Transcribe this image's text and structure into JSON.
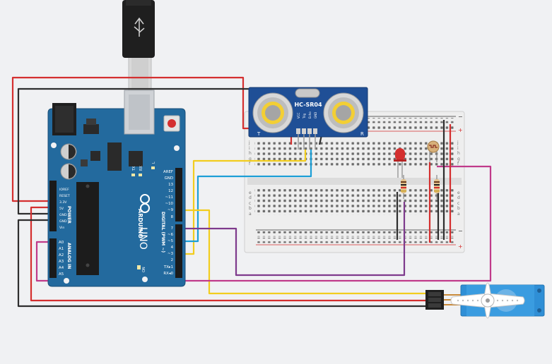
{
  "sensor": {
    "label": "HC-SR04",
    "pins": [
      "VCC",
      "Trig",
      "Echo",
      "GND"
    ],
    "marks": [
      "T",
      "R"
    ]
  },
  "arduino": {
    "brand": "ARDUINO",
    "model": "UNO",
    "digital_label": "DIGITAL (PWM ~)",
    "power_label": "POWER",
    "analog_label": "ANALOG IN",
    "tx": "TX",
    "rx": "RX",
    "led_l": "L",
    "on": "ON",
    "power_pins": [
      "IOREF",
      "RESET",
      "3.3V",
      "5V",
      "GND",
      "GND",
      "Vin"
    ],
    "analog_pins": [
      "A0",
      "A1",
      "A2",
      "A3",
      "A4",
      "A5"
    ],
    "digital_pins": [
      "AREF",
      "GND",
      "13",
      "12",
      "~11",
      "~10",
      "~9",
      "8",
      "7",
      "~6",
      "~5",
      "4",
      "~3",
      "2",
      "TX▸1",
      "RX◂0"
    ]
  },
  "breadboard": {
    "row_letters_top": [
      "j",
      "i",
      "h",
      "g",
      "f"
    ],
    "row_letters_bottom": [
      "e",
      "d",
      "c",
      "b",
      "a"
    ],
    "rail_plus": "+",
    "rail_minus": "−"
  },
  "colors": {
    "red": "#d42f2f",
    "black": "#2e2e2e",
    "yellow": "#f2cd1e",
    "blue": "#1c9fd6",
    "purple": "#7e3a8c",
    "magenta": "#c03a8a",
    "board": "#236a9e",
    "sensor": "#1f4f96",
    "servo": "#2f8fd6"
  }
}
